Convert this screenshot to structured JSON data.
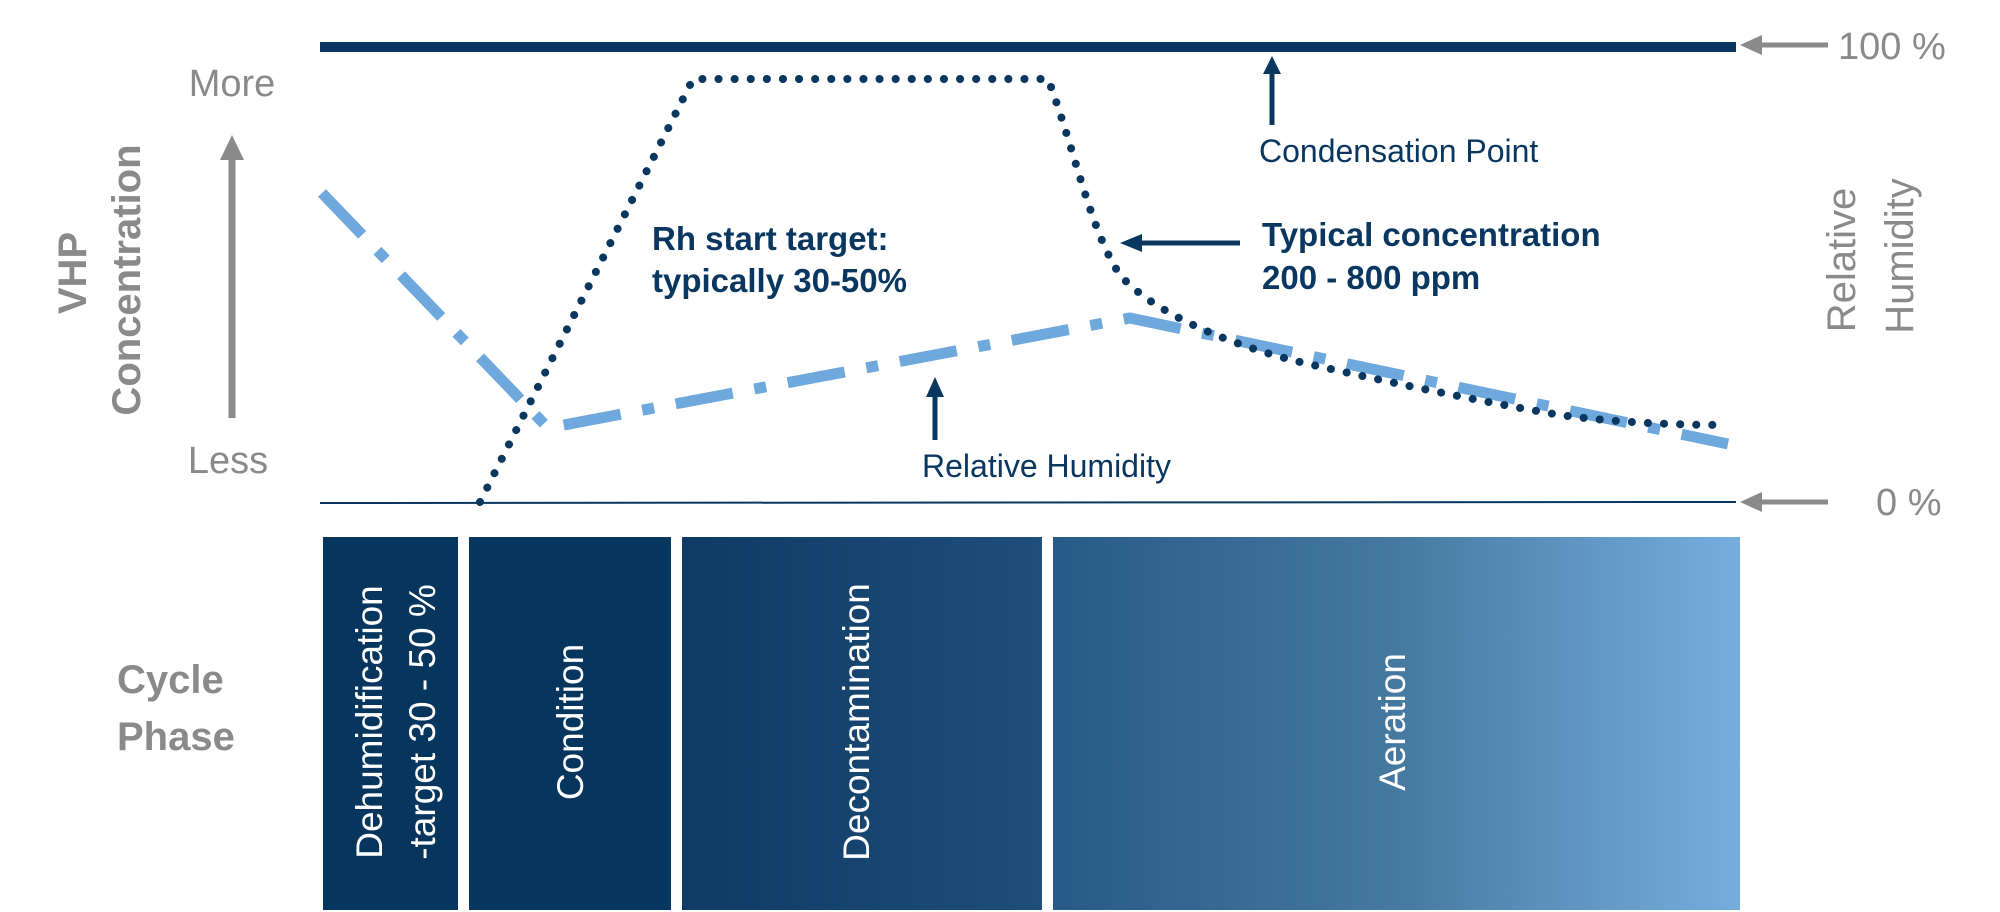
{
  "y_axis": {
    "title_line1": "VHP",
    "title_line2": "Concentration",
    "top_label": "More",
    "bottom_label": "Less"
  },
  "right_axis": {
    "title_line1": "Relative",
    "title_line2": "Humidity",
    "top_label": "100 %",
    "bottom_label": "0 %"
  },
  "annotations": {
    "condensation_point": "Condensation Point",
    "rh_start_line1": "Rh start target:",
    "rh_start_line2": "typically 30-50%",
    "typical_conc_line1": "Typical concentration",
    "typical_conc_line2": "200 - 800 ppm",
    "relative_humidity": "Relative Humidity"
  },
  "cycle": {
    "title_line1": "Cycle",
    "title_line2": "Phase",
    "phases": [
      {
        "line1": "Dehumidification",
        "line2": "-target 30 - 50 %"
      },
      {
        "line1": "Condition"
      },
      {
        "line1": "Decontamination"
      },
      {
        "line1": "Aeration"
      }
    ]
  },
  "colors": {
    "navy": "#0a3760",
    "light_blue": "#6fa8dc",
    "gray": "#8a8a8a"
  }
}
